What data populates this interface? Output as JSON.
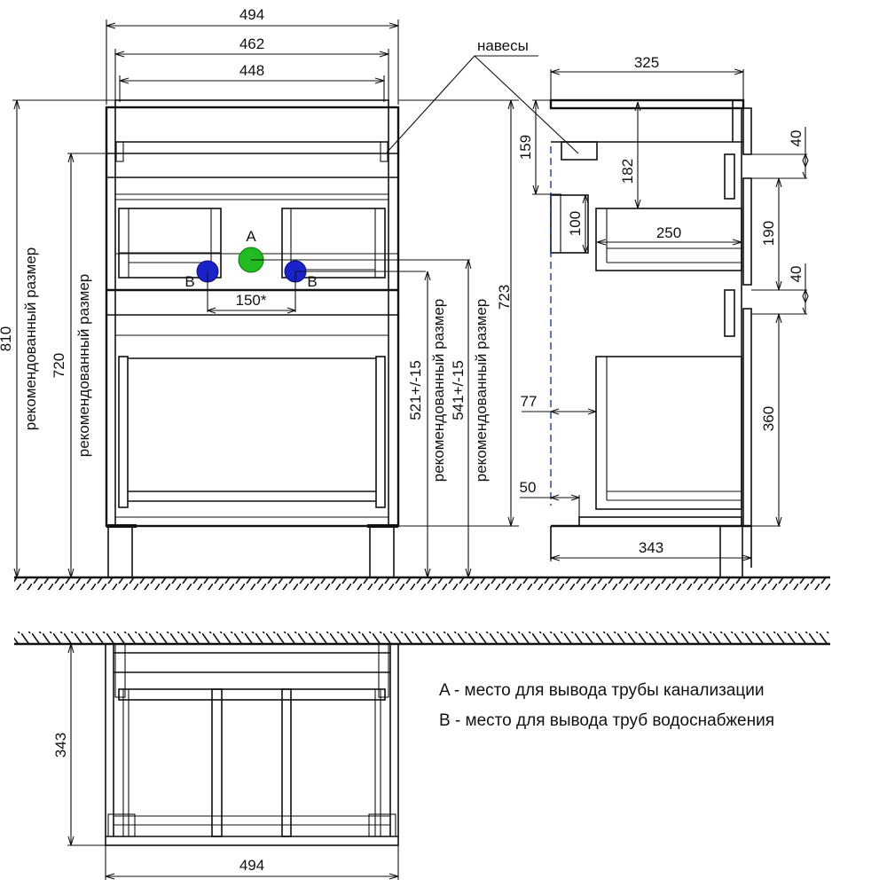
{
  "front_view": {
    "width_overall": "494",
    "width_inner": "462",
    "width_top": "448",
    "pipe_spacing": "150*",
    "label_a": "A",
    "label_b_left": "B",
    "label_b_right": "B",
    "height_810": "810",
    "height_720": "720",
    "height_521": "521+/-15",
    "height_541": "541+/-15",
    "height_723": "723",
    "recommended_label_1": "рекомендованный размер",
    "recommended_label_2": "рекомендованный размер",
    "recommended_label_3": "рекомендованный размер",
    "recommended_label_4": "рекомендованный размер"
  },
  "hinges_label": "навесы",
  "side_view": {
    "depth_top": "325",
    "depth_bottom": "343",
    "dim_159": "159",
    "dim_182": "182",
    "dim_100": "100",
    "dim_250": "250",
    "dim_77": "77",
    "dim_50": "50",
    "dim_40_top": "40",
    "dim_190": "190",
    "dim_40_bottom": "40",
    "dim_360": "360"
  },
  "top_view": {
    "depth": "343",
    "width": "494"
  },
  "legend": {
    "a_text": "A - место для вывода трубы канализации",
    "b_text": "B - место для вывода труб водоснабжения"
  },
  "colors": {
    "pipe_a": "#22bb22",
    "pipe_b": "#1a22cc",
    "wall_line": "#1a3aa0"
  }
}
